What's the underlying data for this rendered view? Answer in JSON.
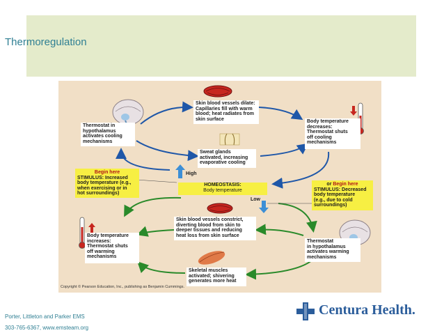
{
  "slide": {
    "title": "Thermoregulation",
    "footer_line1": "Porter, Littleton and Parker EMS",
    "footer_line2": "303-765-6367, www.emsteam.org"
  },
  "logo": {
    "text": "Centura Health.",
    "color": "#2b5d9b"
  },
  "diagram": {
    "top_right": "Skin blood vessels dilate:\nCapillaries fill with warm\nblood; heat radiates from\nskin surface",
    "top_left": "Thermostat in\nhypothalamus\nactivates cooling\nmechanisms",
    "sweat": "Sweat glands\nactivated, increasing\nevaporative cooling",
    "right_upper": "Body temperature\ndecreases:\nThermostat shuts\noff cooling\nmechanisms",
    "stimulus_left": {
      "head": "Begin here",
      "body": "STIMULUS: Increased\nbody temperature (e.g.,\nwhen exercising or in\nhot surroundings)"
    },
    "stimulus_right": {
      "prefix": "or ",
      "head": "Begin here",
      "body": "STIMULUS: Decreased\nbody temperature\n(e.g., due to cold\nsurroundings)"
    },
    "homeostasis": {
      "title": "HOMEOSTASIS:",
      "sub": "Body temperature"
    },
    "high_label": "High",
    "low_label": "Low",
    "constrict": "Skin blood vessels constrict,\ndiverting blood from skin to\ndeeper tissues and reducing\nheat loss from skin surface",
    "left_lower": "Body temperature\nincreases:\nThermostat shuts\noff warming\nmechanisms",
    "right_lower": "Thermostat\nin hypothalamus\nactivates warming\nmechanisms",
    "shiver": "Skeletal muscles\nactivated; shivering\ngenerates more heat",
    "copyright": "Copyright © Pearson Education, Inc., publishing as Benjamin Cummings.",
    "colors": {
      "cooling_arrow": "#1f57a8",
      "warming_arrow": "#2a8a2a",
      "stimulus_bg": "#f7ef43",
      "panel_bg": "#f1dfc6"
    }
  }
}
